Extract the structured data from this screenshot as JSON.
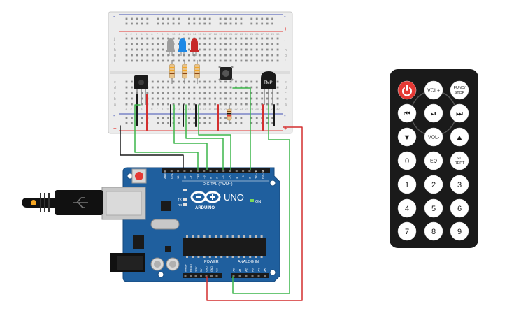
{
  "colors": {
    "background": "#ffffff",
    "breadboard": "#ececec",
    "rail_red": "#e53935",
    "rail_blue": "#3f51b5",
    "arduino_board": "#1f5f9e",
    "wire_green": "#3cb54a",
    "wire_black": "#1a1a1a",
    "wire_red": "#d32f2f",
    "remote_body": "#1a1a1a",
    "remote_button": "#ffffff",
    "remote_power": "#e53935",
    "led_colors": [
      "#9e9e9e",
      "#1e88e5",
      "#c62828"
    ]
  },
  "breadboard": {
    "row_letters_top": [
      "j",
      "i",
      "h",
      "g",
      "f"
    ],
    "row_letters_bottom": [
      "e",
      "d",
      "c",
      "b",
      "a"
    ],
    "column_numbers": [
      "1",
      "2",
      "3",
      "4",
      "5",
      "6",
      "7",
      "8",
      "9",
      "10",
      "11",
      "12",
      "13",
      "14",
      "15",
      "16",
      "17",
      "18",
      "19",
      "20",
      "21",
      "22",
      "23",
      "24",
      "25",
      "26",
      "27",
      "28",
      "29",
      "30"
    ],
    "rail_plus": "+",
    "rail_minus": "-"
  },
  "components": {
    "ir_receiver": {
      "icon": "ir-receiver-icon"
    },
    "leds": [
      {
        "icon": "led-icon",
        "color_name": "grey"
      },
      {
        "icon": "led-icon",
        "color_name": "blue"
      },
      {
        "icon": "led-icon",
        "color_name": "red"
      }
    ],
    "pushbutton": {
      "icon": "pushbutton-icon"
    },
    "temp_sensor": {
      "label": "TMP"
    }
  },
  "arduino": {
    "model_label": "UNO",
    "brand_label": "ARDUINO",
    "on_label": "ON",
    "digital_label": "DIGITAL (PWM~)",
    "power_label": "POWER",
    "analog_label": "ANALOG IN",
    "led_labels": [
      "L",
      "TX",
      "RX"
    ],
    "top_pin_labels": [
      "AREF",
      "GND",
      "13",
      "12",
      "~11",
      "~10",
      "~9",
      "8",
      "7",
      "~6",
      "~5",
      "4",
      "~3",
      "2",
      "TX→1",
      "RX←0"
    ],
    "power_pin_labels": [
      "IOREF",
      "RESET",
      "3.3V",
      "5V",
      "GND",
      "GND",
      "Vin"
    ],
    "analog_pin_labels": [
      "A0",
      "A1",
      "A2",
      "A3",
      "A4",
      "A5"
    ]
  },
  "remote": {
    "rows": [
      [
        "power",
        "VOL+",
        "FUNC/\nSTOP"
      ],
      [
        "⏮",
        "⏯",
        "⏭"
      ],
      [
        "▼",
        "VOL-",
        "▲"
      ],
      [
        "0",
        "EQ",
        "ST/\nREPT"
      ],
      [
        "1",
        "2",
        "3"
      ],
      [
        "4",
        "5",
        "6"
      ],
      [
        "7",
        "8",
        "9"
      ]
    ],
    "row_names": [
      [
        "power-button",
        "vol-up-button",
        "func-stop-button"
      ],
      [
        "prev-button",
        "play-pause-button",
        "next-button"
      ],
      [
        "down-button",
        "vol-down-button",
        "up-button"
      ],
      [
        "digit-0-button",
        "eq-button",
        "st-rept-button"
      ],
      [
        "digit-1-button",
        "digit-2-button",
        "digit-3-button"
      ],
      [
        "digit-4-button",
        "digit-5-button",
        "digit-6-button"
      ],
      [
        "digit-7-button",
        "digit-8-button",
        "digit-9-button"
      ]
    ]
  }
}
